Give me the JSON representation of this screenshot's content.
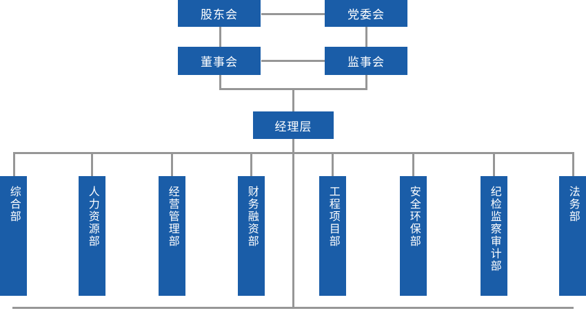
{
  "chart": {
    "type": "org-chart",
    "title": "",
    "accent_color": "#1a5da8",
    "connector_color": "#969696",
    "text_color": "#ffffff",
    "background_color": "#ffffff"
  },
  "levels": {
    "governance": {
      "shareholders": "股东会",
      "party_committee": "党委会",
      "board_of_directors": "董事会",
      "board_of_supervisors": "监事会"
    },
    "management": {
      "label": "经理层"
    }
  },
  "departments": [
    {
      "label": "综合部"
    },
    {
      "label": "人力资源部"
    },
    {
      "label": "经营管理部"
    },
    {
      "label": "财务融资部"
    },
    {
      "label": "工程项目部"
    },
    {
      "label": "安全环保部"
    },
    {
      "label": "纪检监察审计部"
    },
    {
      "label": "法务部"
    }
  ]
}
